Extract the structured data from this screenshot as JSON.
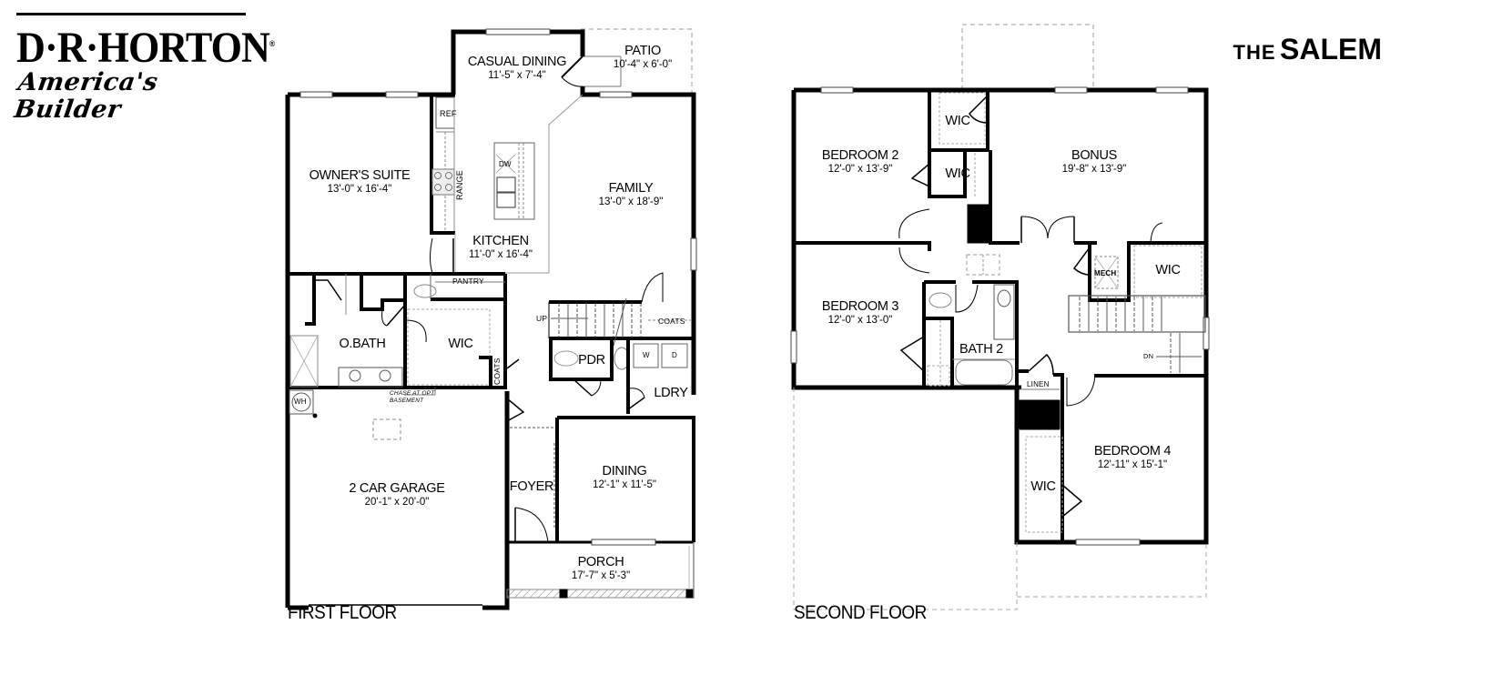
{
  "brand": {
    "name": "D·R·HORTON",
    "tagline": "America's Builder",
    "registered_mark": "®"
  },
  "plan": {
    "prefix": "THE",
    "name": "SALEM"
  },
  "first_floor": {
    "label": "FIRST FLOOR",
    "rooms": [
      {
        "id": "casual-dining",
        "name": "CASUAL DINING",
        "dims": "11'-5\" x 7'-4\""
      },
      {
        "id": "patio",
        "name": "PATIO",
        "dims": "10'-4\" x 6'-0\""
      },
      {
        "id": "owners-suite",
        "name": "OWNER'S SUITE",
        "dims": "13'-0\" x 16'-4\""
      },
      {
        "id": "family",
        "name": "FAMILY",
        "dims": "13'-0\" x 18'-9\""
      },
      {
        "id": "kitchen",
        "name": "KITCHEN",
        "dims": "11'-0\" x 16'-4\""
      },
      {
        "id": "o-bath",
        "name": "O.BATH",
        "dims": ""
      },
      {
        "id": "wic",
        "name": "WIC",
        "dims": ""
      },
      {
        "id": "pdr",
        "name": "PDR",
        "dims": ""
      },
      {
        "id": "ldry",
        "name": "LDRY",
        "dims": ""
      },
      {
        "id": "garage",
        "name": "2 CAR GARAGE",
        "dims": "20'-1\" x 20'-0\""
      },
      {
        "id": "foyer",
        "name": "FOYER",
        "dims": ""
      },
      {
        "id": "dining",
        "name": "DINING",
        "dims": "12'-1\" x 11'-5\""
      },
      {
        "id": "porch",
        "name": "PORCH",
        "dims": "17'-7\" x 5'-3\""
      }
    ],
    "fixtures": {
      "ref": "REF",
      "range": "RANGE",
      "dw": "DW",
      "pantry": "PANTRY",
      "coats_hall": "COATS",
      "coats_closet": "COATS",
      "up": "UP",
      "washer": "W",
      "dryer": "D",
      "wh": "WH",
      "chase_line1": "CHASE AT OPT",
      "chase_line2": "BASEMENT"
    }
  },
  "second_floor": {
    "label": "SECOND FLOOR",
    "rooms": [
      {
        "id": "bedroom-2",
        "name": "BEDROOM 2",
        "dims": "12'-0\" x 13'-9\""
      },
      {
        "id": "wic-upper",
        "name": "WIC",
        "dims": ""
      },
      {
        "id": "wic-bed2",
        "name": "WIC",
        "dims": ""
      },
      {
        "id": "bonus",
        "name": "BONUS",
        "dims": "19'-8\" x 13'-9\""
      },
      {
        "id": "wic-bonus",
        "name": "WIC",
        "dims": ""
      },
      {
        "id": "bedroom-3",
        "name": "BEDROOM 3",
        "dims": "12'-0\" x 13'-0\""
      },
      {
        "id": "bath-2",
        "name": "BATH 2",
        "dims": ""
      },
      {
        "id": "bedroom-4",
        "name": "BEDROOM 4",
        "dims": "12'-11\" x 15'-1\""
      },
      {
        "id": "wic-bed4",
        "name": "WIC",
        "dims": ""
      }
    ],
    "fixtures": {
      "mech": "MECH",
      "linen": "LINEN",
      "dn": "DN"
    }
  }
}
